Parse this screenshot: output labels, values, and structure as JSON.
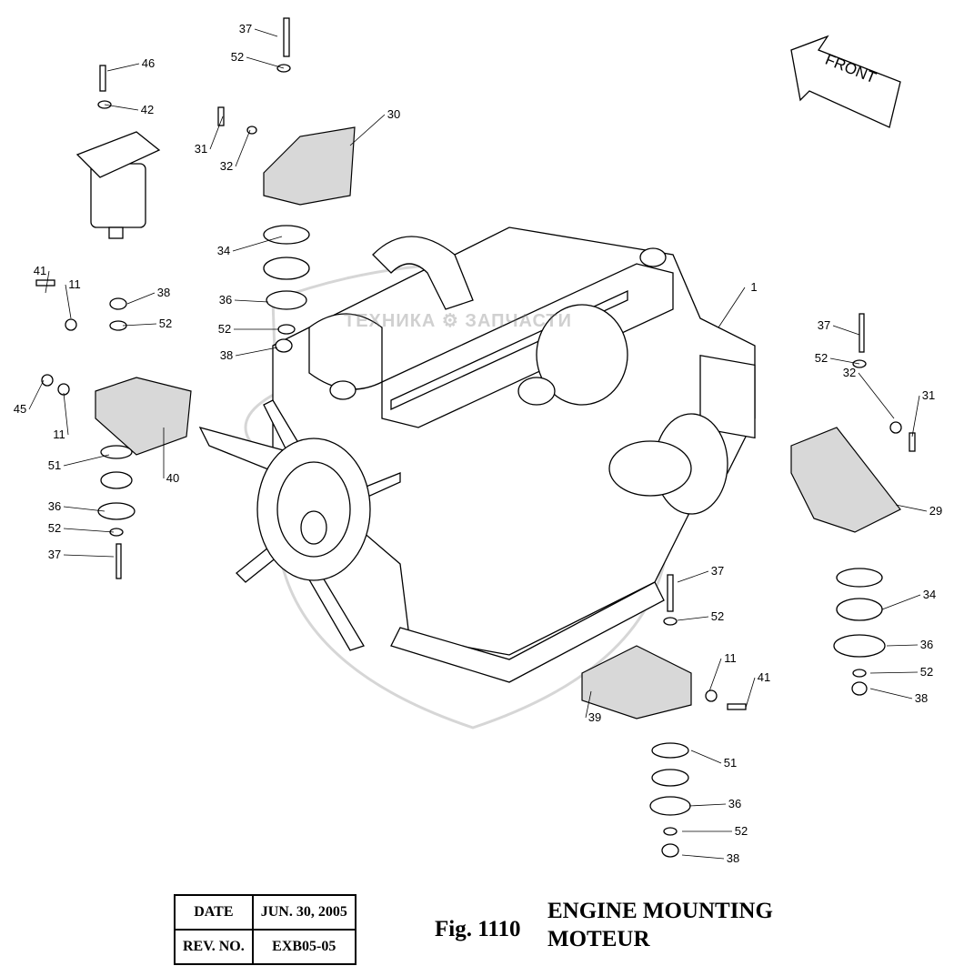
{
  "figure": {
    "number": "Fig. 1110",
    "title_en": "ENGINE MOUNTING",
    "title_fr": "MOTEUR"
  },
  "title_block": {
    "date_label": "DATE",
    "date_value": "JUN. 30, 2005",
    "rev_label": "REV. NO.",
    "rev_value": "EXB05-05"
  },
  "front_arrow": {
    "label": "FRONT"
  },
  "watermark": {
    "text": "ТЕХНИКА  ⚙  ЗАПЧАСТИ"
  },
  "callouts": [
    "37",
    "52",
    "46",
    "42",
    "30",
    "31",
    "32",
    "34",
    "41",
    "11",
    "38",
    "52",
    "36",
    "52",
    "38",
    "1",
    "37",
    "52",
    "32",
    "31",
    "45",
    "11",
    "40",
    "51",
    "36",
    "52",
    "37",
    "29",
    "37",
    "34",
    "52",
    "36",
    "11",
    "41",
    "52",
    "38",
    "39",
    "51",
    "36",
    "52",
    "38"
  ]
}
